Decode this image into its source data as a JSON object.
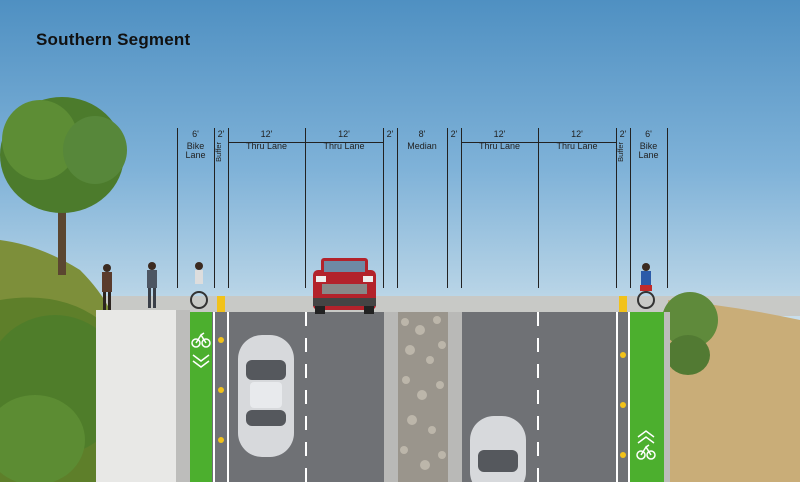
{
  "title": "Southern Segment",
  "dimensions": [
    {
      "width": "6'",
      "name": "Bike Lane"
    },
    {
      "width": "2'",
      "name": "Buffer"
    },
    {
      "width": "12'",
      "name": "Thru Lane"
    },
    {
      "width": "12'",
      "name": "Thru Lane"
    },
    {
      "width": "2'",
      "name": ""
    },
    {
      "width": "8'",
      "name": "Median"
    },
    {
      "width": "2'",
      "name": ""
    },
    {
      "width": "12'",
      "name": "Thru Lane"
    },
    {
      "width": "12'",
      "name": "Thru Lane"
    },
    {
      "width": "2'",
      "name": "Buffer"
    },
    {
      "width": "6'",
      "name": "Bike Lane"
    }
  ],
  "colors": {
    "bike_lane": "#4caf2e",
    "asphalt": "#6f7175",
    "sidewalk": "#e8e8e6",
    "median": "#9a958c",
    "grass": "#c9ad78",
    "car_red": "#b3222b"
  }
}
